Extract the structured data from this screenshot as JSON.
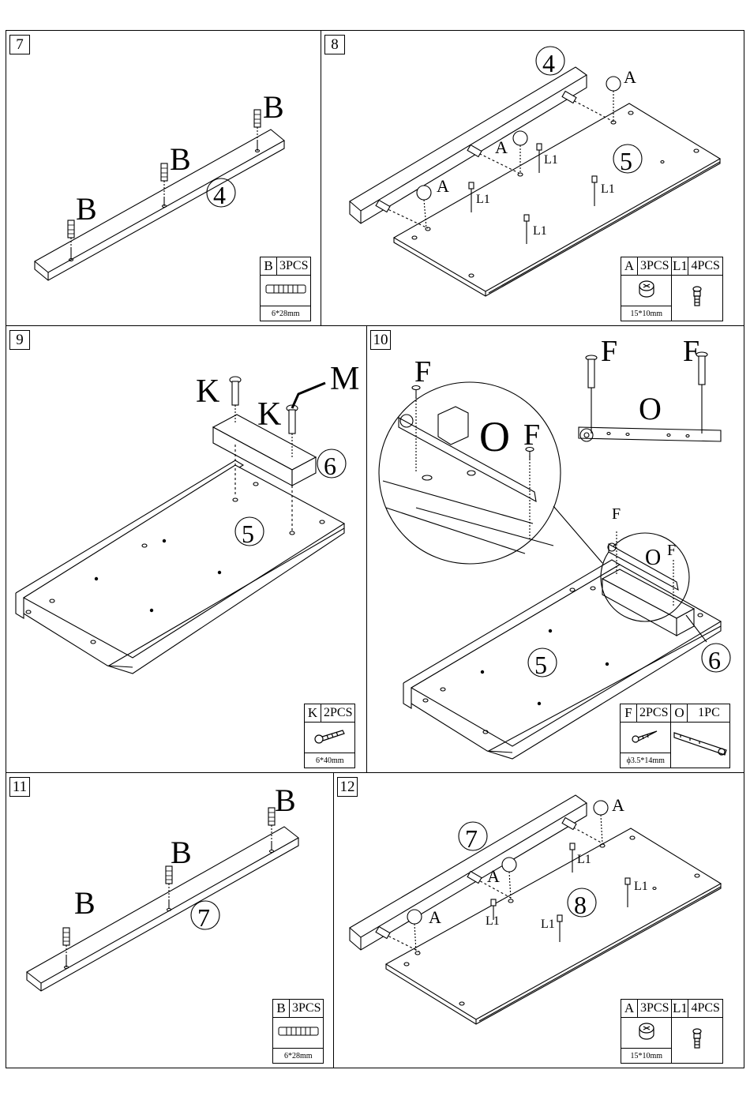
{
  "steps": [
    {
      "number": "7",
      "labels": {
        "b1": "B",
        "b2": "B",
        "b3": "B",
        "part": "4"
      },
      "parts_table": [
        {
          "code": "B",
          "qty": "3PCS",
          "icon": "dowel-icon",
          "dim": "6*28mm"
        }
      ]
    },
    {
      "number": "8",
      "labels": {
        "part_top": "4",
        "part_panel": "5",
        "a1": "A",
        "a2": "A",
        "a3": "A",
        "l1": "L1",
        "l2": "L1",
        "l3": "L1",
        "l4": "L1"
      },
      "parts_table": [
        {
          "code": "A",
          "qty": "3PCS",
          "icon": "cam-lock-icon",
          "dim": "15*10mm"
        },
        {
          "code": "L1",
          "qty": "4PCS",
          "icon": "cam-bolt-icon",
          "dim": ""
        }
      ]
    },
    {
      "number": "9",
      "labels": {
        "k1": "K",
        "k2": "K",
        "m": "M",
        "part_block": "6",
        "part_panel": "5"
      },
      "parts_table": [
        {
          "code": "K",
          "qty": "2PCS",
          "icon": "bolt-icon",
          "dim": "6*40mm"
        }
      ]
    },
    {
      "number": "10",
      "labels": {
        "f1": "F",
        "f2": "F",
        "f3": "F",
        "f4": "F",
        "f5": "F",
        "f6": "F",
        "o1": "O",
        "o2": "O",
        "o3": "O",
        "part_panel": "5",
        "part_block": "6"
      },
      "parts_table": [
        {
          "code": "F",
          "qty": "2PCS",
          "icon": "wood-screw-icon",
          "dim": "ϕ3.5*14mm"
        },
        {
          "code": "O",
          "qty": "1PC",
          "icon": "bracket-icon",
          "dim": ""
        }
      ]
    },
    {
      "number": "11",
      "labels": {
        "b1": "B",
        "b2": "B",
        "b3": "B",
        "part": "7"
      },
      "parts_table": [
        {
          "code": "B",
          "qty": "3PCS",
          "icon": "dowel-icon",
          "dim": "6*28mm"
        }
      ]
    },
    {
      "number": "12",
      "labels": {
        "part_top": "7",
        "part_panel": "8",
        "a1": "A",
        "a2": "A",
        "a3": "A",
        "l1": "L1",
        "l2": "L1",
        "l3": "L1",
        "l4": "L1"
      },
      "parts_table": [
        {
          "code": "A",
          "qty": "3PCS",
          "icon": "cam-lock-icon",
          "dim": "15*10mm"
        },
        {
          "code": "L1",
          "qty": "4PCS",
          "icon": "cam-bolt-icon",
          "dim": ""
        }
      ]
    }
  ]
}
